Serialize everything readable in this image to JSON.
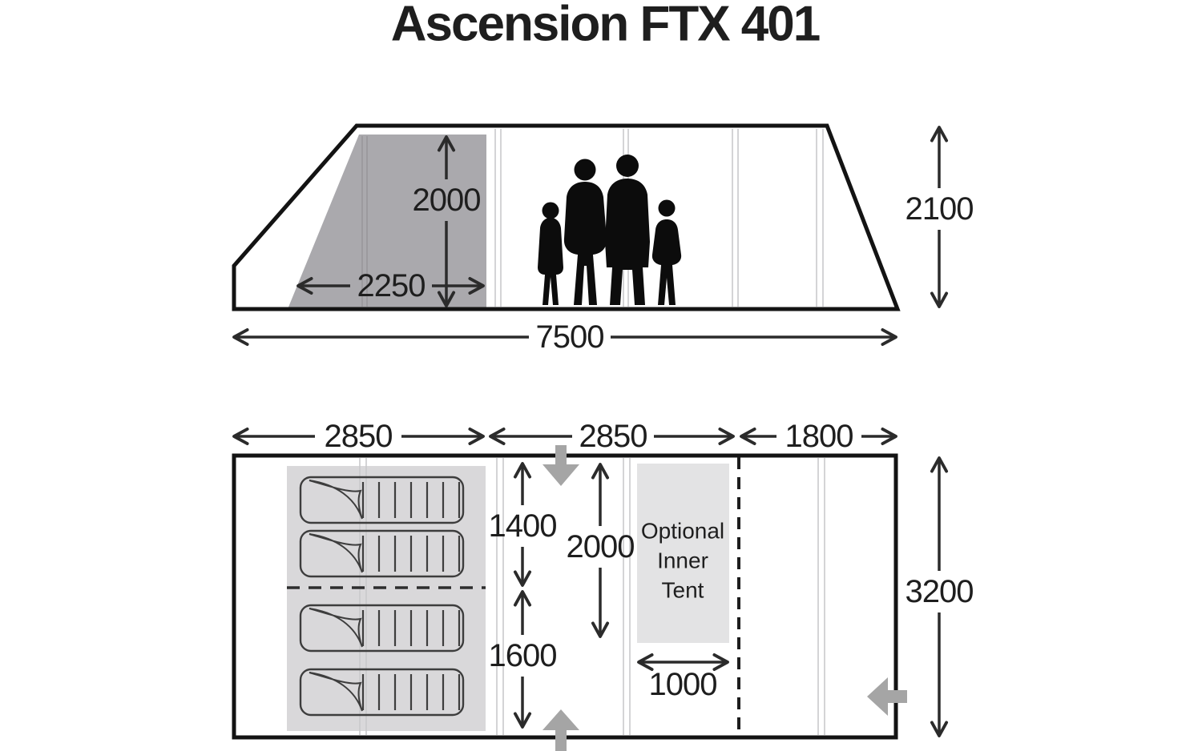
{
  "title": "Ascension FTX 401",
  "side_view": {
    "standing_height": "2000",
    "bedroom_width": "2250",
    "peak_height": "2100",
    "total_length": "7500"
  },
  "floor_plan": {
    "section_widths": [
      "2850",
      "2850",
      "1800"
    ],
    "bedroom_front_depth": "1400",
    "bedroom_rear_depth": "1600",
    "living_area_depth": "2000",
    "inner_tent_width": "1000",
    "total_depth": "3200",
    "inner_tent_label": [
      "Optional",
      "Inner",
      "Tent"
    ]
  },
  "colors": {
    "outline": "#131313",
    "dimension": "#2b2b2b",
    "side_bedroom_fill": "#aaa9ad",
    "plan_bedroom_fill": "#d9d8da",
    "inner_tent_fill": "#e3e3e4",
    "door_arrow": "#a5a5a5",
    "pole_line": "#c9c9cb",
    "silhouette": "#0c0c0c"
  }
}
